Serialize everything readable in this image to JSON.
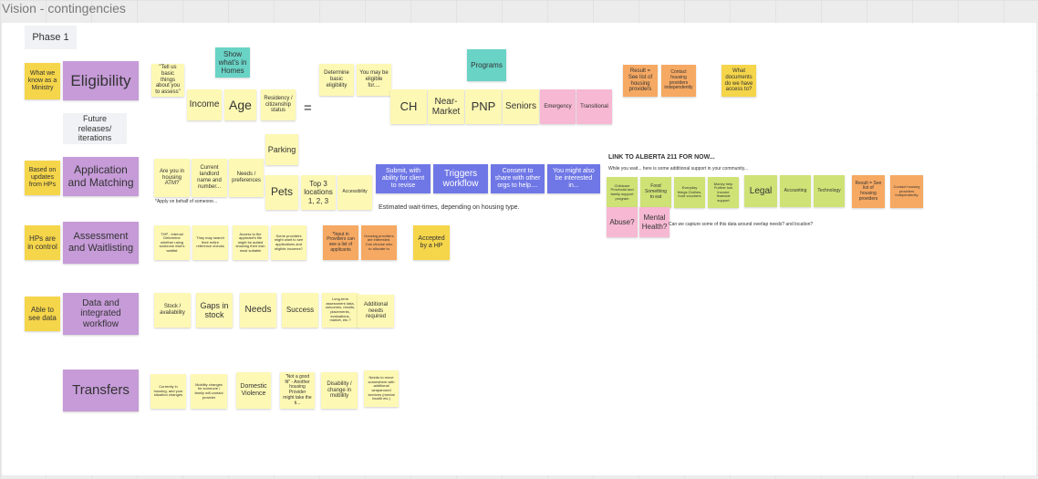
{
  "frame": {
    "title": "Vision - contingencies"
  },
  "phase_label": "Phase 1",
  "rows": {
    "eligibility": {
      "side": "What we know as a Ministry",
      "title": "Eligibility",
      "future": "Future releases/ iterations",
      "notes": {
        "tell_us": "\"Tell us basic things about you to assess\"",
        "income": "Income",
        "age": "Age",
        "residency": "Residency / citizenship status",
        "show_homes": "Show what's in Homes",
        "equals": "=",
        "determine": "Determine basic eligibility",
        "may_be": "You may be eligible for....",
        "programs": "Programs",
        "ch": "CH",
        "near_market": "Near-Market",
        "pnp": "PNP",
        "seniors": "Seniors",
        "emergency": "Emergency",
        "transitional": "Transitional",
        "result": "Result = See list of housing providers",
        "contact": "Contact housing providers independently",
        "what_docs": "What documents do we have access to?"
      }
    },
    "application": {
      "side": "Based on updates from HPs",
      "title": "Application and Matching",
      "notes": {
        "atm": "Are you in housing ATM?",
        "apply_behalf": "*Apply on behalf of someone...",
        "landlord": "Current landlord name and number...",
        "needs_prefs": "Needs / preferences",
        "parking": "Parking",
        "pets": "Pets",
        "top3": "Top 3 locations 1, 2, 3",
        "accessibility": "Accessibility",
        "submit": "Submit, with ability for client to revise",
        "triggers": "Triggers workflow",
        "consent": "Consent to share with other orgs to help....",
        "interested": "You might also be interested in...",
        "wait_times": "Estimated wait-times, depending on housing type."
      }
    },
    "assessment": {
      "side": "HPs are in control",
      "title": "Assessment and Waitlisting",
      "notes": {
        "hp1": "THP - internal Determine whether using someone else's waitlist",
        "hp2": "They may search their entire reference checks",
        "hp3": "Access to the applicant's file might be added showing their own most suitable",
        "hp4": "Some providers might want to see applications and eligible incomes?",
        "input": "*Input in Providers can see a list of applicants",
        "housing": "Housing providers are interested. Can choose who to allocate to",
        "accepted": "Accepted by a HP"
      }
    },
    "data": {
      "side": "Able to see data",
      "title": "Data and integrated workflow",
      "notes": {
        "stock": "Stock / availability",
        "gaps": "Gaps in stock",
        "needs": "Needs",
        "success": "Success",
        "longterm": "Long-term assessment data, outcomes, results, placements, evaluations, market, etc.?",
        "additional": "Additional needs required"
      }
    },
    "transfers": {
      "title": "Transfers",
      "notes": {
        "situation": "Currently in housing, and your situation changes",
        "mobility": "Mobility changes for someone / family will contact provider",
        "domestic": "Domestic Violence",
        "not_good_fit": "\"Not a good fit\" - Another housing Provider might take the ti...",
        "disability": "Disability / change in mobility",
        "needs_more": "Needs to move somewhere with additional wraparound services (mental health etc.)"
      }
    }
  },
  "alberta": {
    "link": "LINK TO ALBERTA 211 FOR NOW...",
    "sub": "While you wait... here is some additional support in your community...",
    "childcare": "Childcare Provincial and family support program",
    "food": "Food Something to eat",
    "everyday": "Everyday things Clothes, food vouchers",
    "money": "Money help Further low income financial support",
    "legal": "Legal",
    "accounting": "Accounting",
    "technology": "Technology",
    "result": "Result = See list of housing providers",
    "contact": "Contact housing providers independently",
    "abuse": "Abuse?",
    "mental": "Mental Health?",
    "capture": "Can we capture some of this data around overlap needs? and location?"
  },
  "colors": {
    "sticky_yellow": "#fdf8b4",
    "label_gold": "#f5d54a",
    "purple": "#c69bd8",
    "blue": "#6f77e6",
    "pink": "#f6b8d2",
    "orange": "#f6a963",
    "green": "#cfe276",
    "teal": "#69d3c6"
  }
}
